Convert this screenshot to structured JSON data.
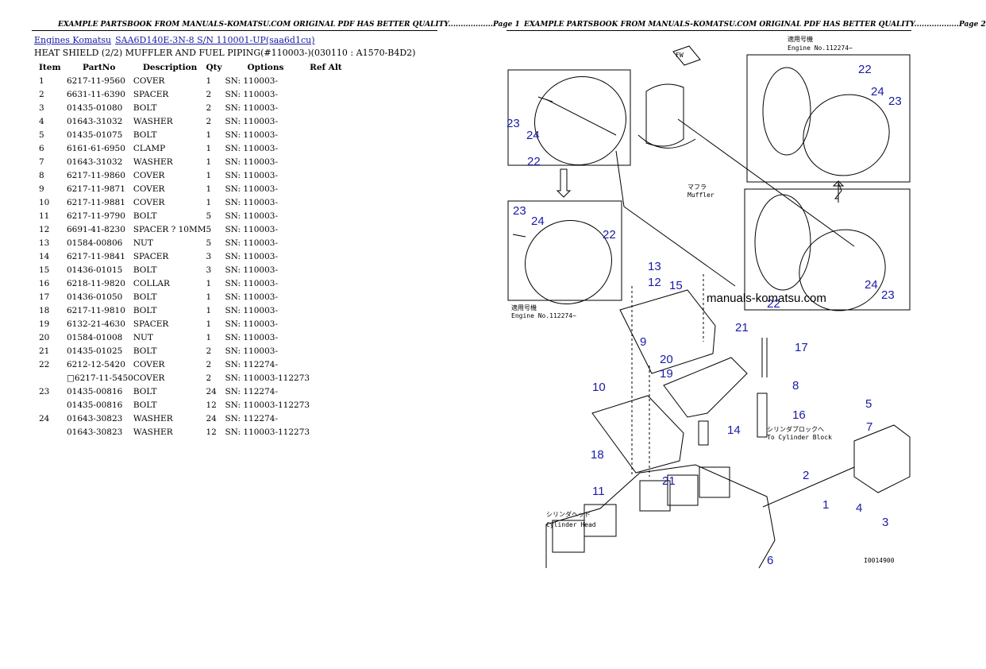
{
  "page1": {
    "header": "EXAMPLE PARTSBOOK FROM MANUALS-KOMATSU.COM ORIGINAL PDF HAS BETTER QUALITY..................Page 1",
    "breadcrumb": [
      {
        "label": "Engines Komatsu"
      },
      {
        "label": "SAA6D140E-3N-8 S/N 110001-UP(saa6d1cu)"
      }
    ],
    "subtitle": "HEAT SHIELD (2/2) MUFFLER AND FUEL PIPING(#110003-)(030110 : A1570-B4D2)",
    "columns": [
      "Item",
      "PartNo",
      "Description",
      "Qty",
      "Options",
      "Ref Alt"
    ],
    "rows": [
      [
        "1",
        "6217-11-9560",
        "COVER",
        "1",
        "SN: 110003-",
        ""
      ],
      [
        "2",
        "6631-11-6390",
        "SPACER",
        "2",
        "SN: 110003-",
        ""
      ],
      [
        "3",
        "01435-01080",
        "BOLT",
        "2",
        "SN: 110003-",
        ""
      ],
      [
        "4",
        "01643-31032",
        "WASHER",
        "2",
        "SN: 110003-",
        ""
      ],
      [
        "5",
        "01435-01075",
        "BOLT",
        "1",
        "SN: 110003-",
        ""
      ],
      [
        "6",
        "6161-61-6950",
        "CLAMP",
        "1",
        "SN: 110003-",
        ""
      ],
      [
        "7",
        "01643-31032",
        "WASHER",
        "1",
        "SN: 110003-",
        ""
      ],
      [
        "8",
        "6217-11-9860",
        "COVER",
        "1",
        "SN: 110003-",
        ""
      ],
      [
        "9",
        "6217-11-9871",
        "COVER",
        "1",
        "SN: 110003-",
        ""
      ],
      [
        "10",
        "6217-11-9881",
        "COVER",
        "1",
        "SN: 110003-",
        ""
      ],
      [
        "11",
        "6217-11-9790",
        "BOLT",
        "5",
        "SN: 110003-",
        ""
      ],
      [
        "12",
        "6691-41-8230",
        "SPACER ? 10MM",
        "5",
        "SN: 110003-",
        ""
      ],
      [
        "13",
        "01584-00806",
        "NUT",
        "5",
        "SN: 110003-",
        ""
      ],
      [
        "14",
        "6217-11-9841",
        "SPACER",
        "3",
        "SN: 110003-",
        ""
      ],
      [
        "15",
        "01436-01015",
        "BOLT",
        "3",
        "SN: 110003-",
        ""
      ],
      [
        "16",
        "6218-11-9820",
        "COLLAR",
        "1",
        "SN: 110003-",
        ""
      ],
      [
        "17",
        "01436-01050",
        "BOLT",
        "1",
        "SN: 110003-",
        ""
      ],
      [
        "18",
        "6217-11-9810",
        "BOLT",
        "1",
        "SN: 110003-",
        ""
      ],
      [
        "19",
        "6132-21-4630",
        "SPACER",
        "1",
        "SN: 110003-",
        ""
      ],
      [
        "20",
        "01584-01008",
        "NUT",
        "1",
        "SN: 110003-",
        ""
      ],
      [
        "21",
        "01435-01025",
        "BOLT",
        "2",
        "SN: 110003-",
        ""
      ],
      [
        "22",
        "6212-12-5420",
        "COVER",
        "2",
        "SN: 112274-",
        ""
      ],
      [
        "",
        "□6217-11-5450",
        "COVER",
        "2",
        "SN: 110003-112273",
        ""
      ],
      [
        "23",
        "01435-00816",
        "BOLT",
        "24",
        "SN: 112274-",
        ""
      ],
      [
        "",
        "01435-00816",
        "BOLT",
        "12",
        "SN: 110003-112273",
        ""
      ],
      [
        "24",
        "01643-30823",
        "WASHER",
        "24",
        "SN: 112274-",
        ""
      ],
      [
        "",
        "01643-30823",
        "WASHER",
        "12",
        "SN: 110003-112273",
        ""
      ]
    ]
  },
  "page2": {
    "header": "EXAMPLE PARTSBOOK FROM MANUALS-KOMATSU.COM ORIGINAL PDF HAS BETTER QUALITY..................Page 2",
    "diagram": {
      "watermark": "manuals-komatsu.com",
      "fw_label": "FW",
      "muffler_jp": "マフラ",
      "muffler_en": "Muffler",
      "engine_no_jp": "適用号機",
      "engine_no": "Engine No.112274~",
      "cyl_block_jp": "シリンダブロックへ",
      "cyl_block_en": "To Cylinder Block",
      "cyl_head_jp": "シリンダヘッド",
      "cyl_head_en": "Cylinder Head",
      "code": "I0014900",
      "callouts": [
        "1",
        "2",
        "3",
        "4",
        "5",
        "6",
        "7",
        "8",
        "9",
        "10",
        "11",
        "12",
        "13",
        "14",
        "15",
        "16",
        "17",
        "18",
        "19",
        "20",
        "21",
        "22",
        "23",
        "24"
      ]
    }
  }
}
